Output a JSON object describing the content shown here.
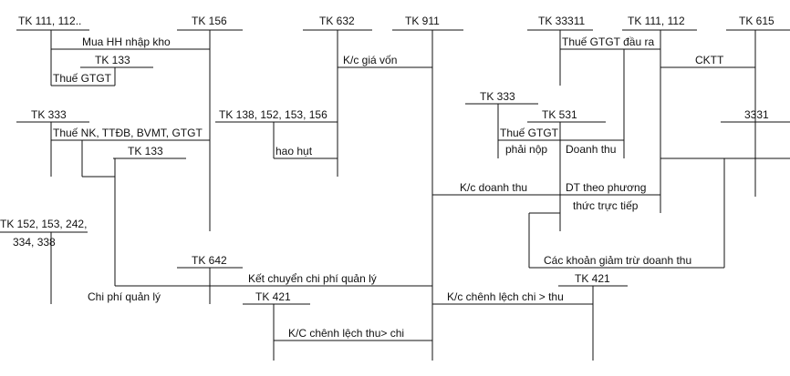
{
  "colors": {
    "line": "#111111",
    "text": "#111111",
    "background": "#ffffff"
  },
  "accounts": {
    "tk111_112_dots": "TK 111, 112..",
    "tk156": "TK 156",
    "tk632": "TK 632",
    "tk911": "TK 911",
    "tk33311": "TK 33311",
    "tk111_112": "TK 111, 112",
    "tk615": "TK 615",
    "tk133_top": "TK 133",
    "tk333_left": "TK 333",
    "tk138_group": "TK 138, 152, 153, 156",
    "tk333_mid": "TK 333",
    "tk531": "TK 531",
    "tk3331": "3331",
    "tk133_mid": "TK 133",
    "tk152_group_line1": "TK 152, 153, 242,",
    "tk152_group_line2": "334, 338",
    "tk642": "TK 642",
    "tk421_right": "TK 421",
    "tk421_bottom": "TK 421"
  },
  "entries": {
    "mua_hh": "Mua HH nhập kho",
    "thue_gtgt": "Thuế GTGT",
    "kc_gia_von": "K/c giá vốn",
    "thue_gtgt_dau_ra": "Thuế GTGT đầu ra",
    "cktt": "CKTT",
    "thue_nk": "Thuế NK, TTĐB, BVMT, GTGT",
    "hao_hut": "hao hụt",
    "thue_gtgt_2": "Thuế GTGT",
    "phai_nop": "phải nộp",
    "doanh_thu": "Doanh thu",
    "kc_doanh_thu": "K/c doanh thu",
    "dt_theo_phuong": "DT theo phương",
    "thuc_truc_tiep": "thức trực tiếp",
    "cac_khoan_giam_tru": "Các khoản giảm trừ doanh thu",
    "ket_chuyen_cpql": "Kết chuyển chi phí quản lý",
    "chi_phi_quan_ly": "Chi phí quản lý",
    "kc_chenh_lech_chi": "K/c chênh lệch chi > thu",
    "kc_chenh_lech_thu": "K/C chênh lệch thu> chi"
  }
}
